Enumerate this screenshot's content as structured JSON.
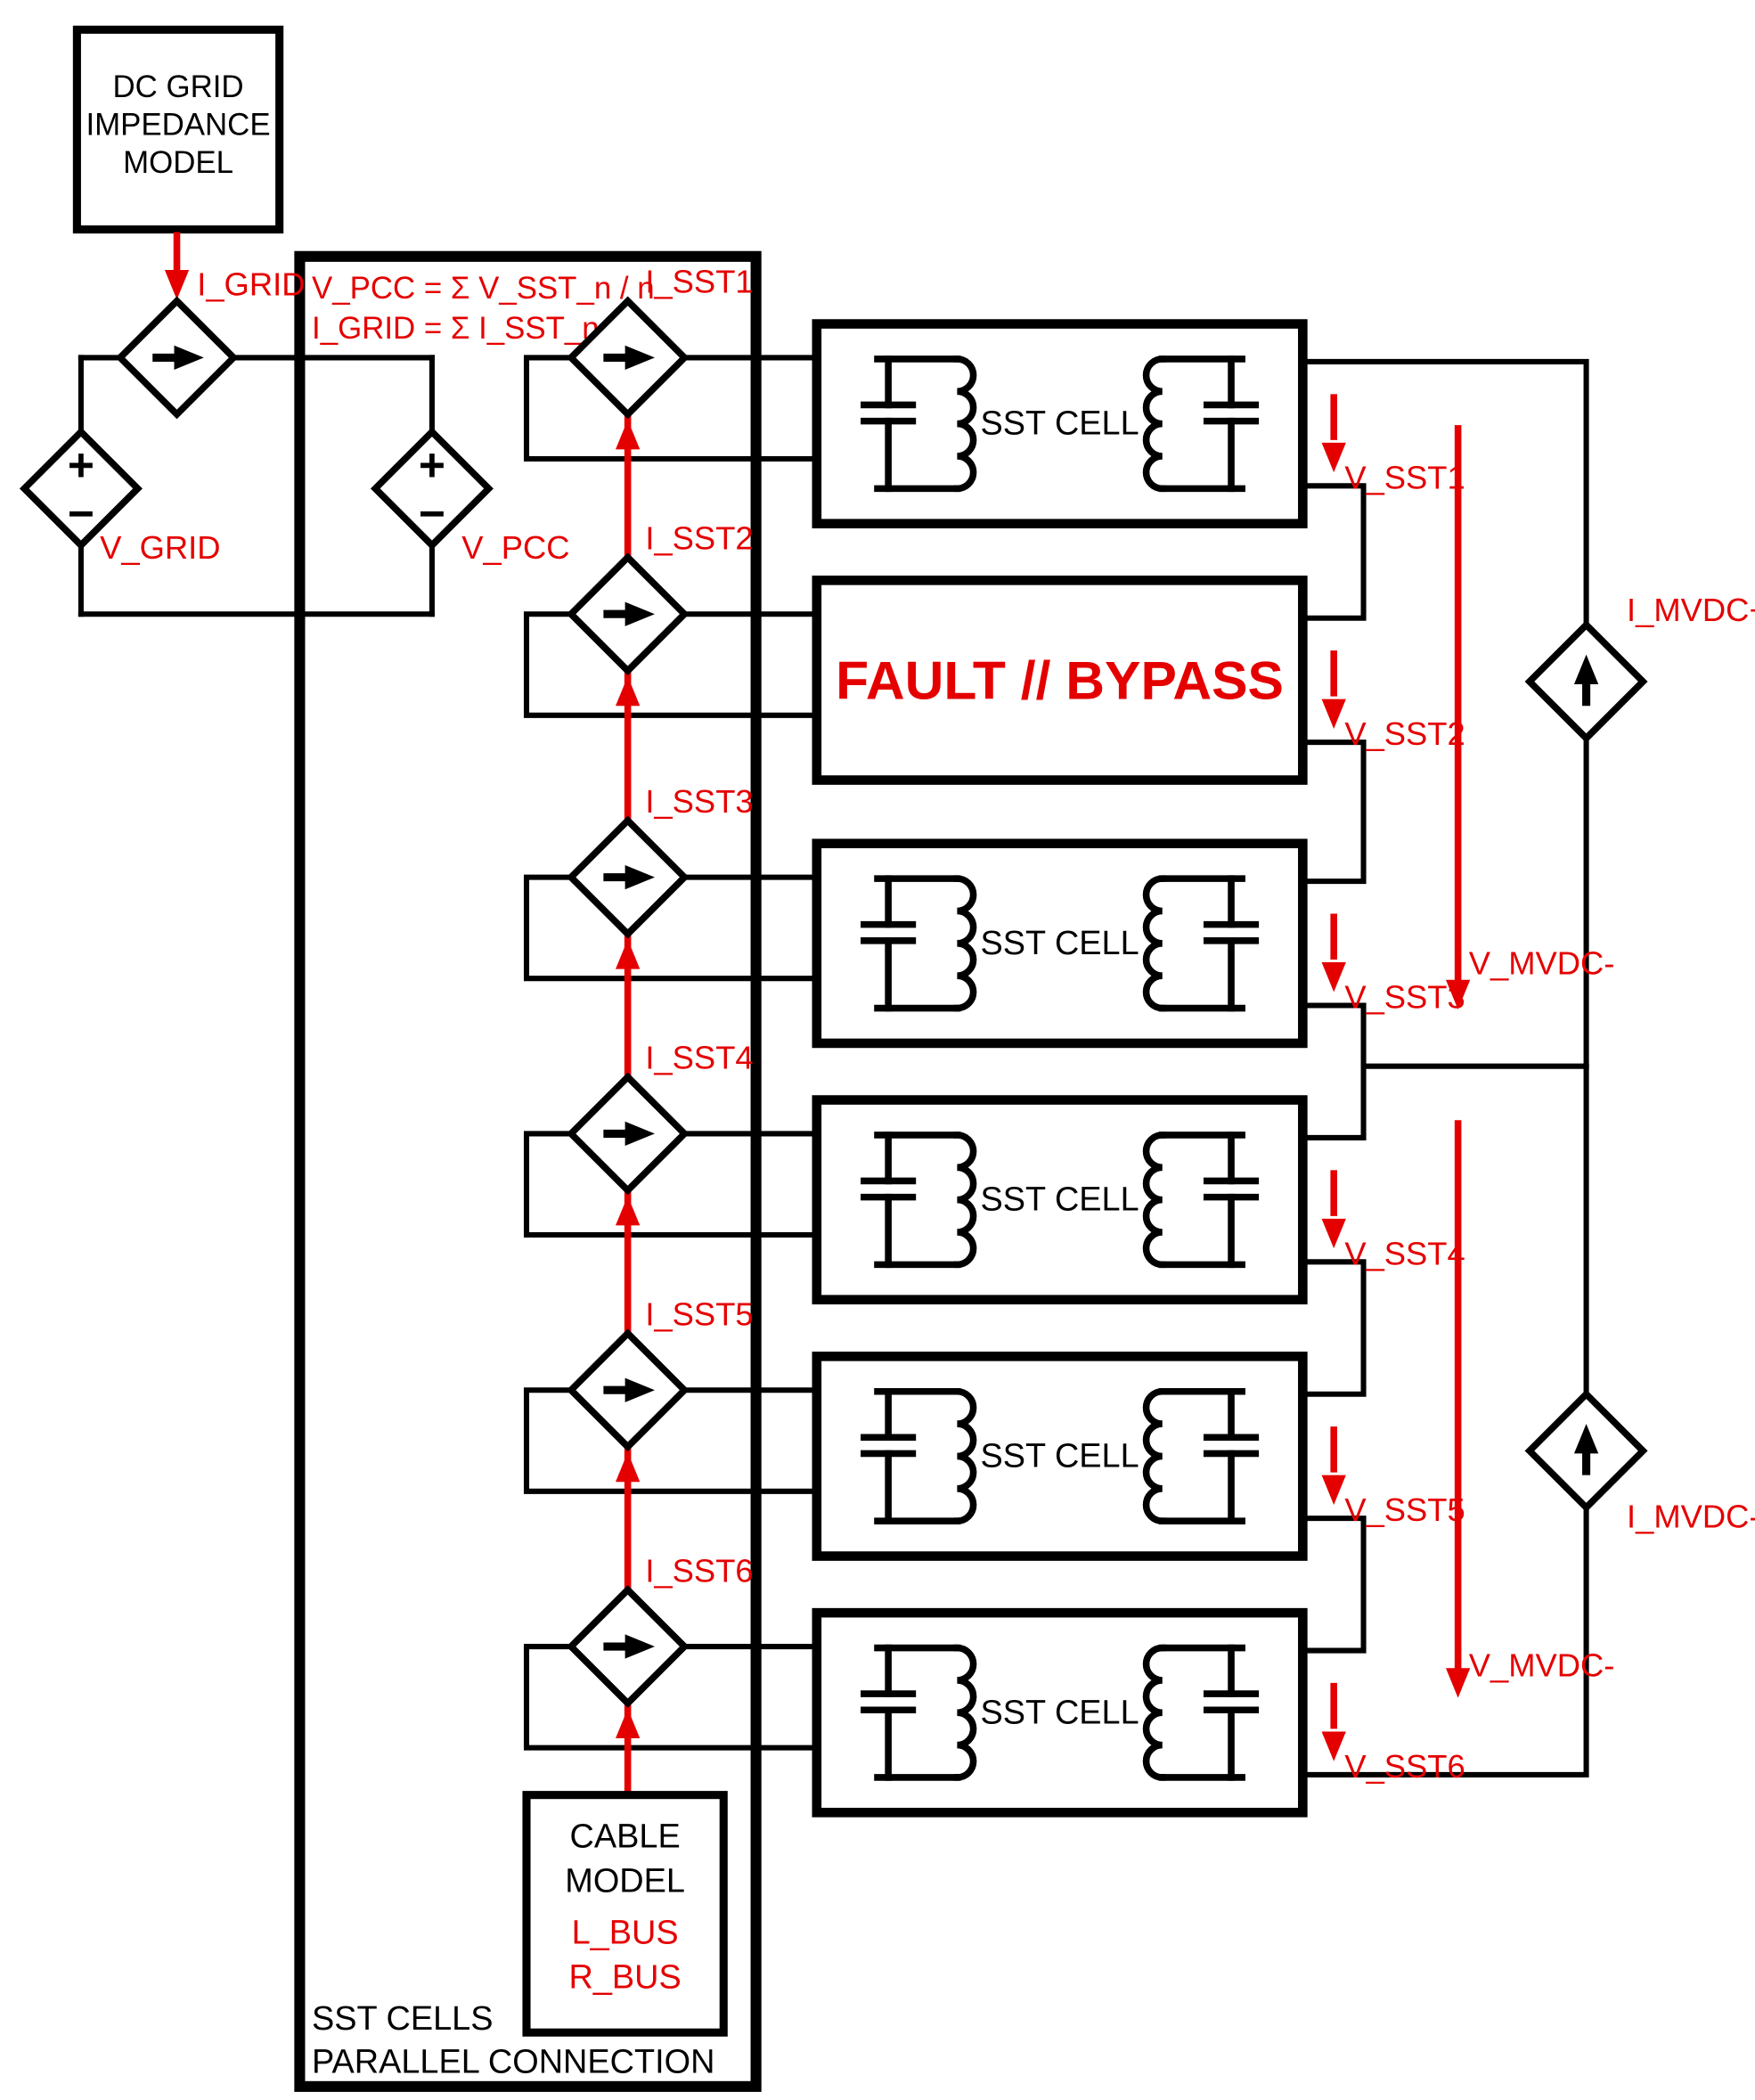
{
  "diagram": {
    "background": "#ffffff",
    "wire_color": "#000000",
    "annotation_color": "#e50000",
    "dc_grid_box": {
      "line1": "DC GRID",
      "line2": "IMPEDANCE",
      "line3": "MODEL"
    },
    "i_grid": {
      "label": "I_GRID"
    },
    "v_grid": {
      "label": "V_GRID",
      "plus": "+",
      "minus": "−"
    },
    "v_pcc": {
      "label": "V_PCC",
      "plus": "+",
      "minus": "−"
    },
    "parallel_box": {
      "equation1": "V_PCC = Σ V_SST_n / n",
      "equation2": "I_GRID = Σ I_SST_n",
      "caption_line1": "SST CELLS",
      "caption_line2": "PARALLEL CONNECTION"
    },
    "cable_box": {
      "line1": "CABLE",
      "line2": "MODEL",
      "line3": "L_BUS",
      "line4": "R_BUS"
    },
    "cells": [
      {
        "source_label": "I_SST1",
        "body_label": "SST CELL",
        "v_label": "V_SST1"
      },
      {
        "source_label": "I_SST2",
        "body_label": "FAULT // BYPASS",
        "v_label": "V_SST2"
      },
      {
        "source_label": "I_SST3",
        "body_label": "SST CELL",
        "v_label": "V_SST3"
      },
      {
        "source_label": "I_SST4",
        "body_label": "SST CELL",
        "v_label": "V_SST4"
      },
      {
        "source_label": "I_SST5",
        "body_label": "SST CELL",
        "v_label": "V_SST5"
      },
      {
        "source_label": "I_SST6",
        "body_label": "SST CELL",
        "v_label": "V_SST6"
      }
    ],
    "mvdc": {
      "i_plus_label": "I_MVDC+",
      "i_minus_label": "I_MVDC-",
      "v_upper_label": "V_MVDC-",
      "v_lower_label": "V_MVDC-"
    }
  }
}
